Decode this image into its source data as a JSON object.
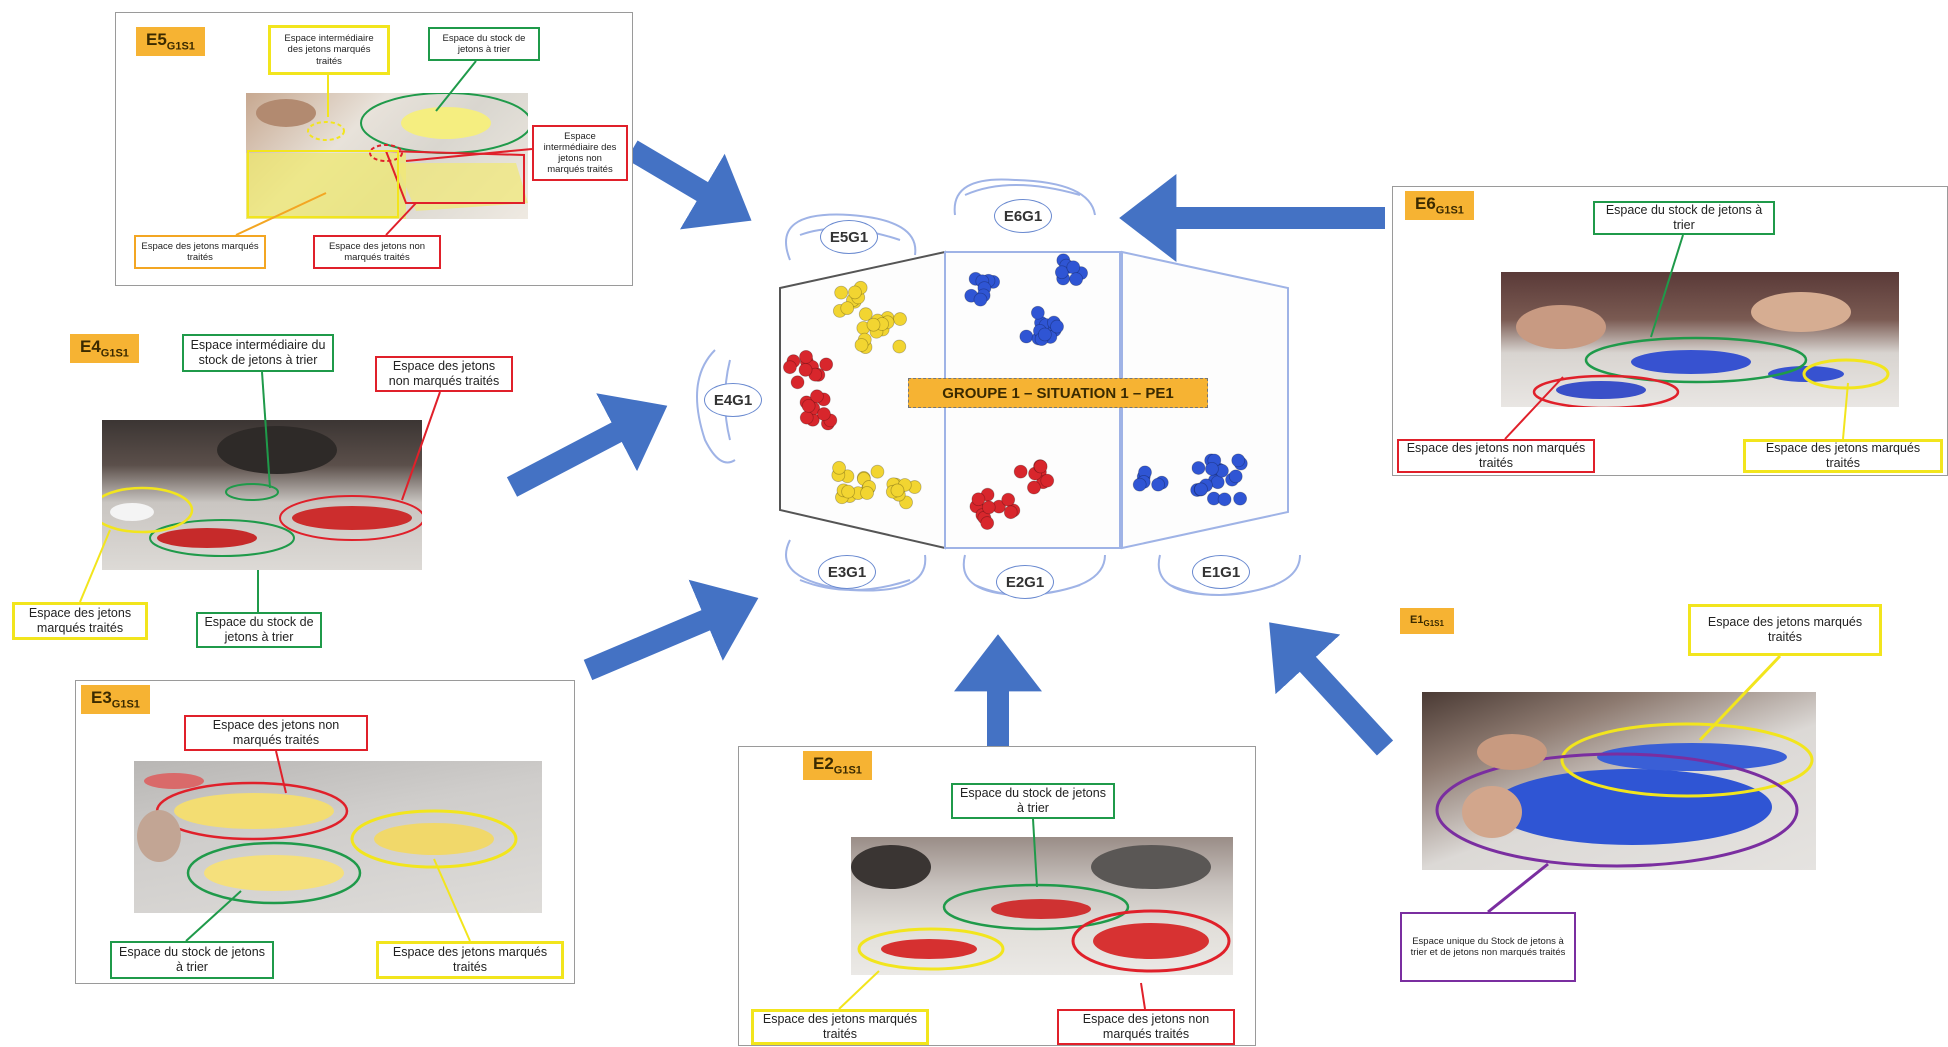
{
  "center": {
    "banner": "GROUPE 1 – SITUATION 1 – PE1",
    "seats": {
      "e5": "E5G1",
      "e6": "E6G1",
      "e4": "E4G1",
      "e3": "E3G1",
      "e2": "E2G1",
      "e1": "E1G1"
    }
  },
  "panels": {
    "e5": {
      "tag": "E5",
      "sub": "G1S1",
      "l_inter": "Espace intermédiaire des jetons marqués traités",
      "l_stock": "Espace du stock de jetons à trier",
      "l_inter_non": "Espace intermédiaire des jetons non marqués traités",
      "l_marques": "Espace des jetons marqués traités",
      "l_non": "Espace des jetons non marqués traités"
    },
    "e6": {
      "tag": "E6",
      "sub": "G1S1",
      "l_stock": "Espace du stock de jetons à trier",
      "l_non": "Espace des jetons non marqués traités",
      "l_marques": "Espace des jetons marqués traités"
    },
    "e4": {
      "tag": "E4",
      "sub": "G1S1",
      "l_inter": "Espace intermédiaire du stock de jetons à trier",
      "l_non": "Espace des jetons non marqués traités",
      "l_marques": "Espace des jetons marqués traités",
      "l_stock": "Espace du stock de jetons à trier"
    },
    "e1": {
      "tag": "E1",
      "sub": "G1S1",
      "l_marques": "Espace des jetons marqués traités",
      "l_unique": "Espace unique du Stock de jetons à trier et de jetons non marqués traités"
    },
    "e3": {
      "tag": "E3",
      "sub": "G1S1",
      "l_non": "Espace des jetons non marqués traités",
      "l_stock": "Espace du stock de jetons à trier",
      "l_marques": "Espace des jetons marqués traités"
    },
    "e2": {
      "tag": "E2",
      "sub": "G1S1",
      "l_stock": "Espace du stock de jetons à trier",
      "l_marques": "Espace des jetons marqués traités",
      "l_non": "Espace des jetons non marqués traités"
    }
  },
  "colors": {
    "arrow": "#4472c4",
    "tag": "#f6b333",
    "green": "#1f9a4a",
    "red": "#e0202a",
    "yellow": "#f2e51d",
    "orange": "#f3a623",
    "purple": "#7a2ea0",
    "token_blue": "#2f55d4",
    "token_red": "#d8262c",
    "token_yellow": "#f2d531"
  }
}
